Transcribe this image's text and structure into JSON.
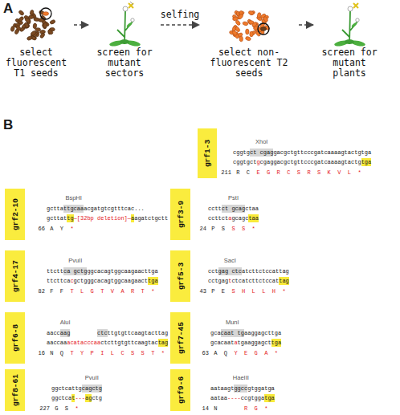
{
  "diagram": {
    "nodes": [
      {
        "text": [
          "select fluorescent T1 seeds"
        ]
      },
      {
        "text": [
          "screen for mutant sectors"
        ]
      },
      {
        "text": [
          "select non-fluorescent T2 seeds"
        ]
      },
      {
        "text": [
          "screen for mutant plants"
        ]
      },
      {
        "text": [
          "grf1-3"
        ]
      },
      {
        "text": [
          "grf2-10"
        ]
      },
      {
        "text": [
          "grf3-9"
        ]
      },
      {
        "text": [
          "grf4-17"
        ]
      },
      {
        "text": [
          "grf5-3"
        ]
      },
      {
        "text": [
          "grf6-8"
        ]
      },
      {
        "text": [
          "grf7-45"
        ]
      },
      {
        "text": [
          "grf8-61"
        ]
      },
      {
        "text": [
          "grf9-6"
        ]
      }
    ],
    "edges": [
      {
        "from": 0,
        "to": 1,
        "arrow": "to"
      },
      {
        "from": 1,
        "to": 2,
        "label": "selfing",
        "arrow": "to"
      },
      {
        "from": 2,
        "to": 3,
        "arrow": "to"
      }
    ],
    "labels": [
      "A",
      "B",
      "XhoI",
      "cggtg",
      "ct cgag",
      "gacgctgttcccgatcaaaagtactgtga",
      "cggtgct",
      "g",
      "cgaggacgctgttcccgatcaaaagtactg",
      "tga",
      "211",
      "R C",
      "E G R C S R S K V L *",
      "BspHI",
      "gctta",
      "ttgcaa",
      "acgatgtcgtttcac...",
      "gcttat",
      "tg",
      "—[32bp deletion]—",
      "a",
      "agatctgctt",
      "66",
      "A Y",
      "*",
      "PstI",
      "cctt",
      "ct gcag",
      "ctaa",
      "ccttct",
      "a",
      "gcagc",
      "taa",
      "24",
      "P S",
      "S S *",
      "PvuII",
      "ttctt",
      "ca gctg",
      "ggcacagtggcaagaacttga",
      "ttcttca",
      "c",
      "gctgggcacagtggcaagaact",
      "tga",
      "82",
      "F F",
      "T L G T V A R T *",
      "SacI",
      "cct",
      "gag ctc",
      "atcttctccattag",
      "cctgag",
      "t",
      "ctcatcttctccat",
      "tag",
      "43",
      "P E",
      "S H L L H *",
      "AluI",
      "aacc",
      "aag",
      "ctc",
      "ttgtgttcaagtacttag",
      "aaccaa",
      "acatacccaa",
      "ctcttgtgttcaagtac",
      "tag",
      "16",
      "N Q",
      "T Y P I L C S S T *",
      "MunI",
      "gca",
      "caat tg",
      "aaggagcttga",
      "gcacaat",
      "a",
      "tgaaggagct",
      "tga",
      "63",
      "A Q",
      "Y E G A *",
      "PvuII",
      "ggctcattg",
      "cagctg",
      "ggctca",
      "t",
      "---",
      "ag",
      "ctg",
      "227",
      "G S",
      "*",
      "HaeIII",
      "aataagt",
      "ggcc",
      "gtggatga",
      "aataa",
      "----",
      "ccgtgga",
      "tga",
      "14",
      "N",
      "R G *"
    ]
  }
}
